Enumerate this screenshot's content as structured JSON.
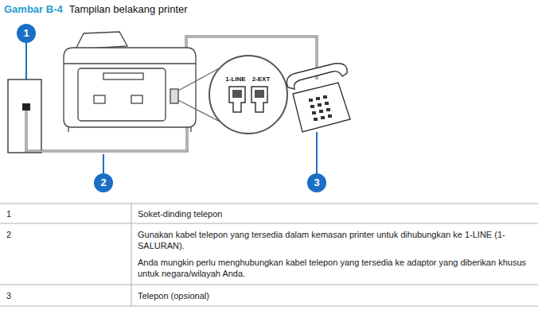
{
  "diagram": {
    "title": "Tampilan belakang printer",
    "nodes": [
      {
        "text": [
          "1"
        ]
      },
      {
        "text": [
          "2"
        ]
      },
      {
        "text": [
          "3"
        ]
      },
      {
        "text": [
          "1-LINE",
          "2-EXT"
        ]
      }
    ],
    "labels": [
      "Gambar B-4",
      "1",
      "Soket-dinding telepon",
      "2",
      "Gunakan kabel telepon yang tersedia dalam kemasan printer untuk dihubungkan ke 1-LINE (1-SALURAN).",
      "Anda mungkin perlu menghubungkan kabel telepon yang tersedia ke adaptor yang diberikan khusus untuk negara/wilayah Anda.",
      "3",
      "Telepon (opsional)"
    ]
  }
}
